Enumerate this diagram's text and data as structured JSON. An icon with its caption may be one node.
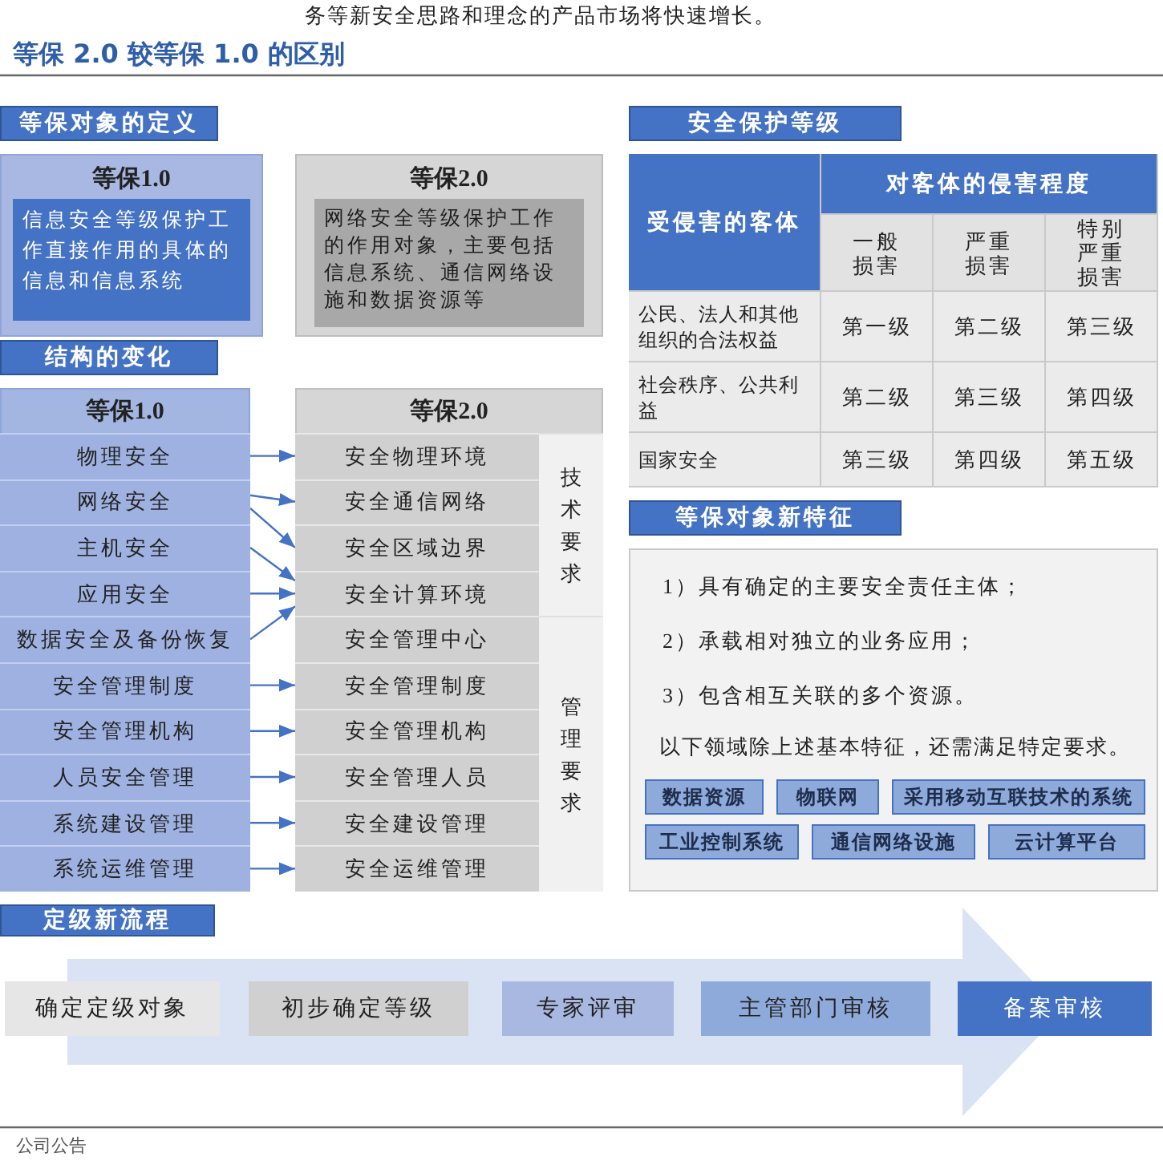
{
  "diagram": {
    "title": "等保 2.0 较等保 1.0 的区别",
    "nodes": [
      {
        "text": [
          "等保对象的定义"
        ]
      },
      {
        "text": [
          "等保1.0"
        ]
      },
      {
        "text": [
          "信息安全等级保护工作直接作用的具体的信息和信息系统"
        ],
        "in": 1
      },
      {
        "text": [
          "等保2.0"
        ]
      },
      {
        "text": [
          "网络安全等级保护工作的作用对象，主要包括信息系统、通信网络设施和数据资源等"
        ],
        "in": 3
      },
      {
        "text": [
          "结构的变化"
        ]
      },
      {
        "text": [
          "等保1.0"
        ]
      },
      {
        "text": [
          "物理安全"
        ],
        "in": 6
      },
      {
        "text": [
          "网络安全"
        ],
        "in": 6
      },
      {
        "text": [
          "主机安全"
        ],
        "in": 6
      },
      {
        "text": [
          "应用安全"
        ],
        "in": 6
      },
      {
        "text": [
          "数据安全及备份恢复"
        ],
        "in": 6
      },
      {
        "text": [
          "安全管理制度"
        ],
        "in": 6
      },
      {
        "text": [
          "安全管理机构"
        ],
        "in": 6
      },
      {
        "text": [
          "人员安全管理"
        ],
        "in": 6
      },
      {
        "text": [
          "系统建设管理"
        ],
        "in": 6
      },
      {
        "text": [
          "系统运维管理"
        ],
        "in": 6
      },
      {
        "text": [
          "等保2.0"
        ]
      },
      {
        "text": [
          "安全物理环境"
        ],
        "in": 17
      },
      {
        "text": [
          "安全通信网络"
        ],
        "in": 17
      },
      {
        "text": [
          "安全区域边界"
        ],
        "in": 17
      },
      {
        "text": [
          "安全计算环境"
        ],
        "in": 17
      },
      {
        "text": [
          "安全管理中心"
        ],
        "in": 17
      },
      {
        "text": [
          "安全管理制度"
        ],
        "in": 17
      },
      {
        "text": [
          "安全管理机构"
        ],
        "in": 17
      },
      {
        "text": [
          "安全管理人员"
        ],
        "in": 17
      },
      {
        "text": [
          "安全建设管理"
        ],
        "in": 17
      },
      {
        "text": [
          "安全运维管理"
        ],
        "in": 17
      },
      {
        "text": [
          "技术要求"
        ],
        "in": 17
      },
      {
        "text": [
          "管理要求"
        ],
        "in": 17
      },
      {
        "text": [
          "安全保护等级"
        ]
      },
      {
        "text": [
          "等保对象新特征"
        ]
      },
      {
        "text": [
          "1）具有确定的主要安全责任主体；",
          "2）承载相对独立的业务应用；",
          "3）包含相互关联的多个资源。",
          "以下领域除上述基本特征，还需满足特定要求。"
        ]
      },
      {
        "text": [
          "数据资源"
        ],
        "in": 32
      },
      {
        "text": [
          "物联网"
        ],
        "in": 32
      },
      {
        "text": [
          "采用移动互联技术的系统"
        ],
        "in": 32
      },
      {
        "text": [
          "工业控制系统"
        ],
        "in": 32
      },
      {
        "text": [
          "通信网络设施"
        ],
        "in": 32
      },
      {
        "text": [
          "云计算平台"
        ],
        "in": 32
      },
      {
        "text": [
          "定级新流程"
        ]
      },
      {
        "text": [
          "确定定级对象"
        ]
      },
      {
        "text": [
          "初步确定等级"
        ]
      },
      {
        "text": [
          "专家评审"
        ]
      },
      {
        "text": [
          "主管部门审核"
        ]
      },
      {
        "text": [
          "备案审核"
        ]
      }
    ],
    "edges": [
      {
        "from": 7,
        "to": 18,
        "arrow": "to"
      },
      {
        "from": 8,
        "to": 19,
        "arrow": "to"
      },
      {
        "from": 8,
        "to": 20,
        "arrow": "to"
      },
      {
        "from": 9,
        "to": 21,
        "arrow": "to"
      },
      {
        "from": 10,
        "to": 21,
        "arrow": "to"
      },
      {
        "from": 11,
        "to": 21,
        "arrow": "to"
      },
      {
        "from": 12,
        "to": 23,
        "arrow": "to"
      },
      {
        "from": 13,
        "to": 24,
        "arrow": "to"
      },
      {
        "from": 14,
        "to": 25,
        "arrow": "to"
      },
      {
        "from": 15,
        "to": 26,
        "arrow": "to"
      },
      {
        "from": 16,
        "to": 27,
        "arrow": "to"
      }
    ],
    "labels": [
      "务等新安全思路和理念的产品市场将快速增长。",
      "受侵害的客体",
      "对客体的侵害程度",
      "一般损害",
      "严重损害",
      "特别严重损害",
      "公民、法人和其他组织的合法权益",
      "第一级",
      "第二级",
      "第三级",
      "社会秩序、公共利益",
      "第二级",
      "第三级",
      "第四级",
      "国家安全",
      "第三级",
      "第四级",
      "第五级",
      "公司公告"
    ]
  }
}
